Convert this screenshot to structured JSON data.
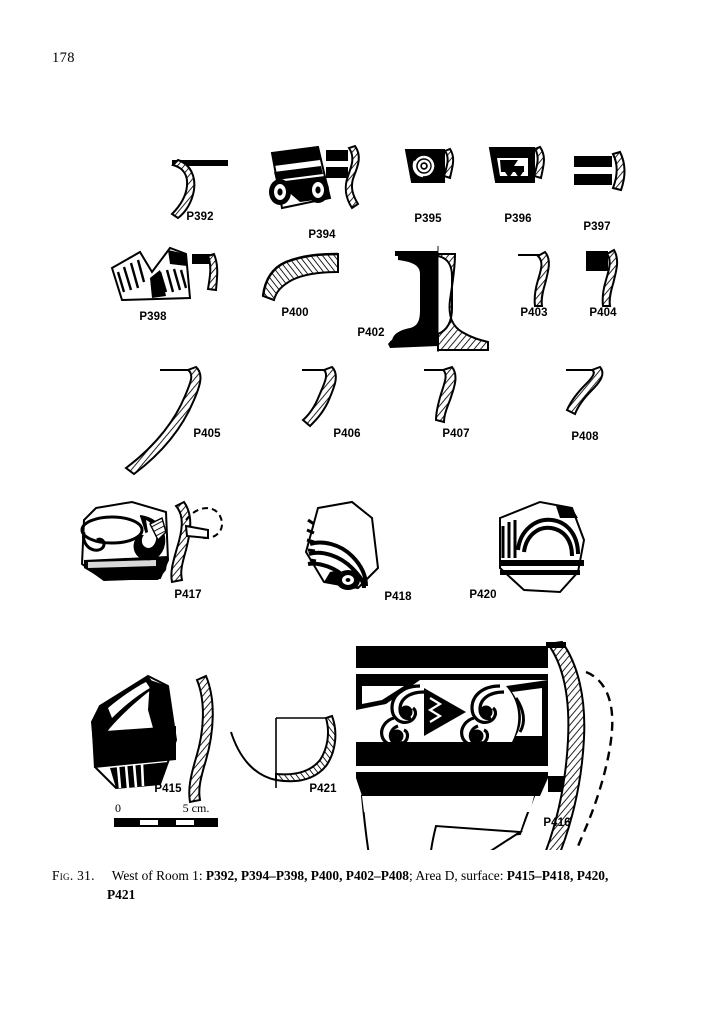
{
  "page": {
    "number": "178"
  },
  "caption": {
    "fig_label": "Fig. 31.",
    "text_part1": "West of Room 1: ",
    "bold1": "P392, P394–P398, P400, P402–P408",
    "text_part2": "; Area D, surface: ",
    "bold2": "P415–P418, P420,",
    "line2": "P421"
  },
  "scale": {
    "zero": "0",
    "five": "5 cm.",
    "name": "scale-bar"
  },
  "figure": {
    "title": "Fig. 31 pottery plate",
    "ink": "#000000",
    "paper": "#ffffff",
    "rows": [
      {
        "name": "row-1",
        "items": [
          {
            "id": "P392",
            "label": "P392",
            "type": "rim-profile-hatched",
            "label_x": 200,
            "label_y": 100
          },
          {
            "id": "P394",
            "label": "P394",
            "type": "painted-sherd-with-handle-profile",
            "label_x": 322,
            "label_y": 118
          },
          {
            "id": "P395",
            "label": "P395",
            "type": "spiral-sherd-with-profile",
            "label_x": 428,
            "label_y": 102
          },
          {
            "id": "P396",
            "label": "P396",
            "type": "painted-sherd-with-profile",
            "label_x": 518,
            "label_y": 102
          },
          {
            "id": "P397",
            "label": "P397",
            "type": "banded-sherd-with-profile",
            "label_x": 597,
            "label_y": 110
          }
        ]
      },
      {
        "name": "row-2",
        "items": [
          {
            "id": "P398",
            "label": "P398",
            "type": "striped-sherd-with-profile",
            "label_x": 153,
            "label_y": 200
          },
          {
            "id": "P400",
            "label": "P400",
            "type": "body-profile-hatched",
            "label_x": 295,
            "label_y": 196
          },
          {
            "id": "P402",
            "label": "P402",
            "type": "pedestal-base-half-section",
            "label_x": 371,
            "label_y": 216
          },
          {
            "id": "P403",
            "label": "P403",
            "type": "rim-profile-hatched",
            "label_x": 534,
            "label_y": 196
          },
          {
            "id": "P404",
            "label": "P404",
            "type": "rim-profile-with-black-patch",
            "label_x": 603,
            "label_y": 196
          }
        ]
      },
      {
        "name": "row-3",
        "items": [
          {
            "id": "P405",
            "label": "P405",
            "type": "long-rim-profile",
            "label_x": 207,
            "label_y": 317
          },
          {
            "id": "P406",
            "label": "P406",
            "type": "rim-profile-hatched",
            "label_x": 347,
            "label_y": 317
          },
          {
            "id": "P407",
            "label": "P407",
            "type": "rim-profile-hatched",
            "label_x": 456,
            "label_y": 317
          },
          {
            "id": "P408",
            "label": "P408",
            "type": "rim-profile-hatched",
            "label_x": 585,
            "label_y": 320
          }
        ]
      },
      {
        "name": "row-4",
        "items": [
          {
            "id": "P417",
            "label": "P417",
            "type": "sherd-with-loop-motif-and-handle-profile",
            "label_x": 188,
            "label_y": 478
          },
          {
            "id": "P418",
            "label": "P418",
            "type": "sherd-with-concentric-arcs",
            "label_x": 398,
            "label_y": 480
          },
          {
            "id": "P420",
            "label": "P420",
            "type": "sherd-with-arch-and-stripes",
            "label_x": 483,
            "label_y": 478
          }
        ]
      },
      {
        "name": "row-5",
        "items": [
          {
            "id": "P415",
            "label": "P415",
            "type": "large-painted-sherd-with-profile",
            "label_x": 168,
            "label_y": 672
          },
          {
            "id": "P421",
            "label": "P421",
            "type": "bowl-half-section",
            "label_x": 323,
            "label_y": 672
          },
          {
            "id": "P416",
            "label": "P416",
            "type": "large-vessel-with-spiral-frieze",
            "label_x": 557,
            "label_y": 706
          }
        ]
      }
    ]
  }
}
